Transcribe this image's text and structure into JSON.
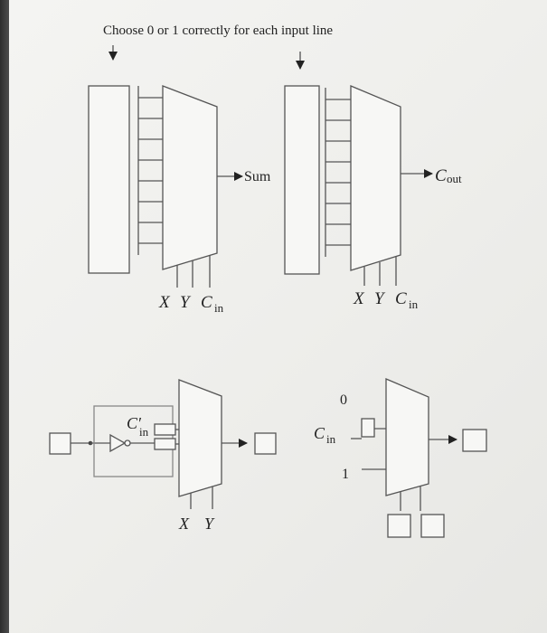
{
  "instruction": "Choose 0 or 1 correctly for each input line",
  "mux_sum": {
    "output_label": "Sum",
    "select_labels": [
      "X",
      "Y",
      "C",
      "in"
    ]
  },
  "mux_cout": {
    "output_label": "C",
    "output_sub": "out",
    "select_labels": [
      "X",
      "Y",
      "C",
      "in"
    ]
  },
  "mux_bottom_left": {
    "inverter_label": "C′",
    "inverter_sub": "in",
    "select_labels": [
      "X",
      "Y"
    ]
  },
  "mux_bottom_right": {
    "input_label": "C",
    "input_sub": "in",
    "top_input": "0",
    "bottom_input": "1"
  },
  "colors": {
    "ink": "#222222",
    "line": "#555555",
    "paper": "#efefec"
  }
}
